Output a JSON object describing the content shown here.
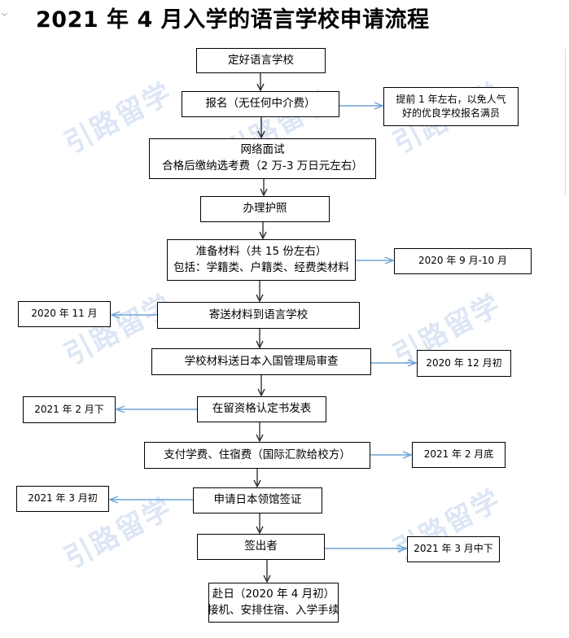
{
  "title": "2021 年 4 月入学的语言学校申请流程",
  "watermark": "引路留学",
  "colors": {
    "main_arrow": "#333333",
    "side_arrow": "#6fa3d6",
    "watermark": "#78a0d7"
  },
  "steps": [
    {
      "lines": [
        "定好语言学校"
      ]
    },
    {
      "lines": [
        "报名（无任何中介费）"
      ]
    },
    {
      "lines": [
        "网络面试",
        "合格后缴纳选考费（2 万-3 万日元左右）"
      ]
    },
    {
      "lines": [
        "办理护照"
      ]
    },
    {
      "lines": [
        "准备材料（共 15 份左右）",
        "包括：学籍类、户籍类、经费类材料"
      ]
    },
    {
      "lines": [
        "寄送材料到语言学校"
      ]
    },
    {
      "lines": [
        "学校材料送日本入国管理局审查"
      ]
    },
    {
      "lines": [
        "在留资格认定书发表"
      ]
    },
    {
      "lines": [
        "支付学费、住宿费（国际汇款给校方）"
      ]
    },
    {
      "lines": [
        "申请日本领馆签证"
      ]
    },
    {
      "lines": [
        "签出者"
      ]
    },
    {
      "lines": [
        "赴日（2020 年 4 月初）",
        "接机、安排住宿、入学手续"
      ]
    }
  ],
  "notes": [
    {
      "step": 1,
      "side": "right",
      "lines": [
        "提前 1 年左右，以免人气",
        "好的优良学校报名满员"
      ]
    },
    {
      "step": 4,
      "side": "right",
      "lines": [
        "2020 年 9 月-10 月"
      ]
    },
    {
      "step": 5,
      "side": "left",
      "lines": [
        "2020 年 11 月"
      ]
    },
    {
      "step": 6,
      "side": "right",
      "lines": [
        "2020 年 12 月初"
      ]
    },
    {
      "step": 7,
      "side": "left",
      "lines": [
        "2021 年 2 月下"
      ]
    },
    {
      "step": 8,
      "side": "right",
      "lines": [
        "2021 年 2 月底"
      ]
    },
    {
      "step": 9,
      "side": "left",
      "lines": [
        "2021 年 3 月初"
      ]
    },
    {
      "step": 10,
      "side": "right",
      "lines": [
        "2021 年 3 月中下"
      ]
    }
  ]
}
